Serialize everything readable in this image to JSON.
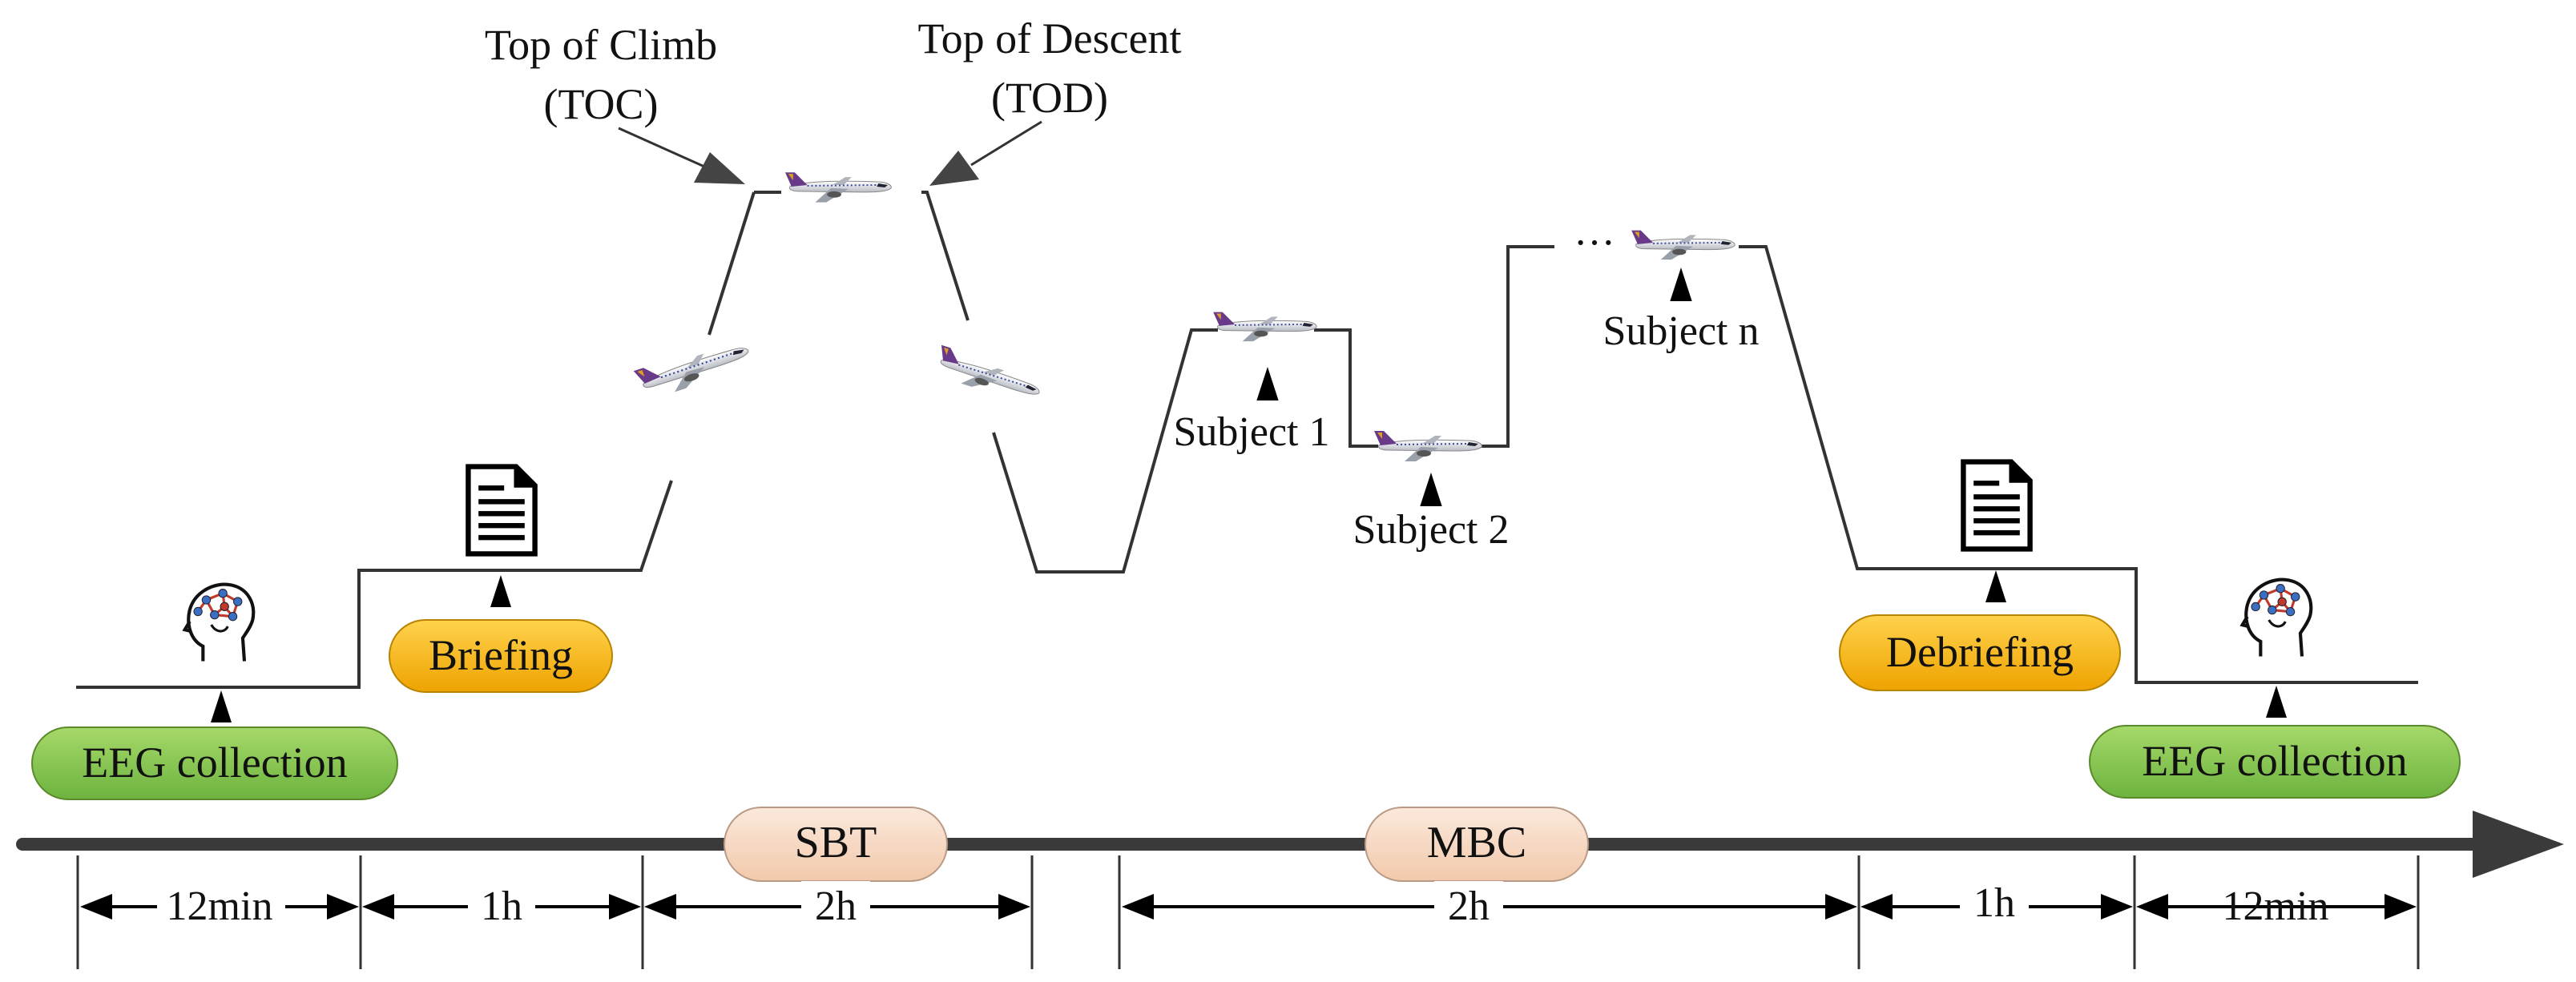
{
  "labels": {
    "toc_line1": "Top of Climb",
    "toc_line2": "(TOC)",
    "tod_line1": "Top of Descent",
    "tod_line2": "(TOD)",
    "subject1": "Subject 1",
    "subject2": "Subject 2",
    "subjectn": "Subject n",
    "ellipsis": "···"
  },
  "pills": {
    "eeg_left": "EEG collection",
    "briefing": "Briefing",
    "sbt": "SBT",
    "mbc": "MBC",
    "debriefing": "Debriefing",
    "eeg_right": "EEG collection"
  },
  "durations": {
    "d1": "12min",
    "d2": "1h",
    "d3": "2h",
    "d4": "2h",
    "d5": "1h",
    "d6": "12min"
  },
  "colors": {
    "green": "#8cc63f",
    "orange": "#f5b400",
    "peach": "#f7dcc8",
    "axis": "#333333",
    "line": "#333333"
  },
  "icons": {
    "head": "eeg-head-icon",
    "document": "document-icon",
    "airplane": "airplane-icon"
  }
}
